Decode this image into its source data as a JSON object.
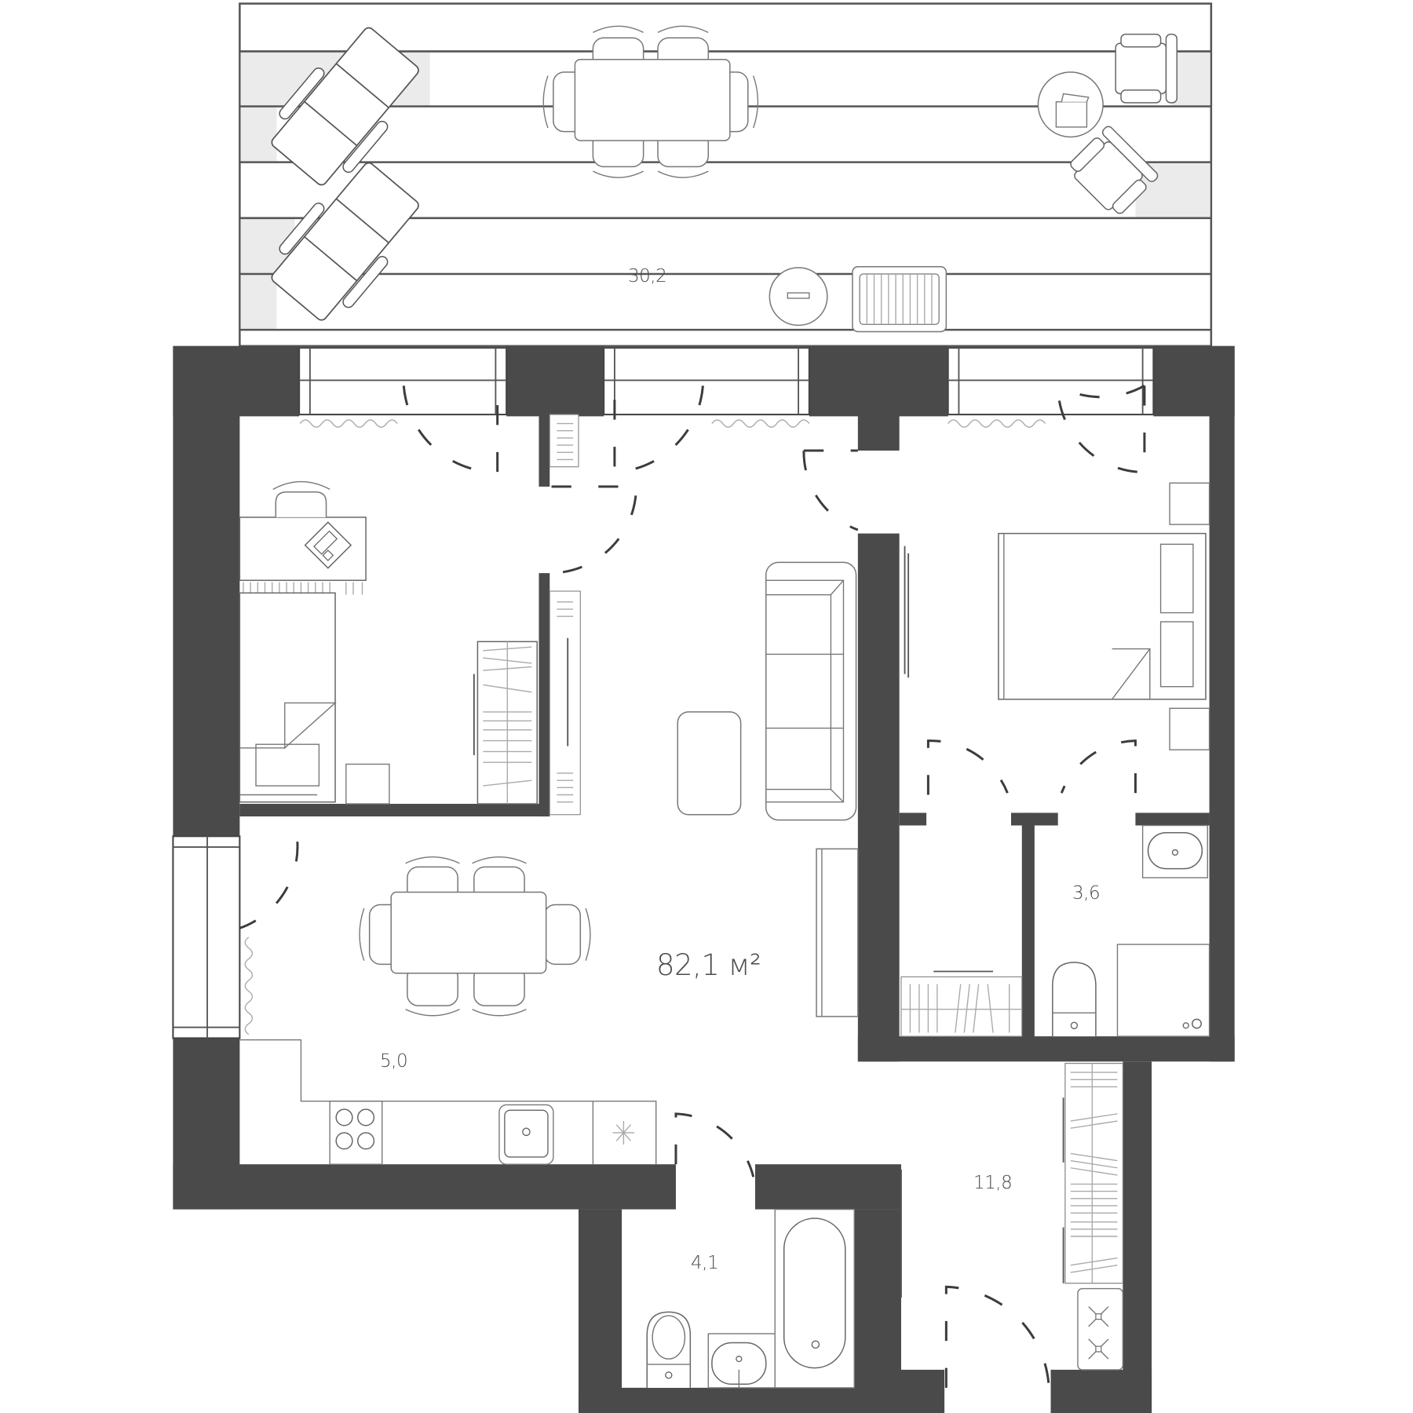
{
  "plan": {
    "type": "apartment floor plan",
    "total_area": "82,1 м²",
    "wall_color": "#4a4a4a",
    "line_color": "#555555",
    "terrace_stripe_color": "#ebebeb"
  },
  "rooms": [
    {
      "id": "terrace",
      "area": "30,2"
    },
    {
      "id": "kitchen",
      "area": "5,0"
    },
    {
      "id": "bathroom-small",
      "area": "3,6"
    },
    {
      "id": "bathroom",
      "area": "4,1"
    },
    {
      "id": "hallway",
      "area": "11,8"
    }
  ],
  "furniture": {
    "terrace": [
      "sun-lounger",
      "sun-lounger",
      "dining-table-6-seats",
      "armchair",
      "armchair",
      "side-table",
      "round-bbq",
      "grill"
    ],
    "bedroom_left": [
      "desk",
      "desk-chair",
      "single-bed",
      "nightstand",
      "wardrobe",
      "radiator"
    ],
    "living": [
      "sofa",
      "coffee-table",
      "dining-table-6-seats",
      "tv-stand"
    ],
    "bedroom_right": [
      "double-bed",
      "nightstand",
      "nightstand",
      "wardrobe"
    ],
    "kitchen": [
      "cooktop-4-burner",
      "sink",
      "dishwasher"
    ],
    "bathroom": [
      "toilet",
      "washbasin",
      "bathtub"
    ],
    "bathroom_small": [
      "washbasin",
      "toilet",
      "shower"
    ],
    "hallway": [
      "wardrobe",
      "gas-stove-2-burner"
    ]
  }
}
